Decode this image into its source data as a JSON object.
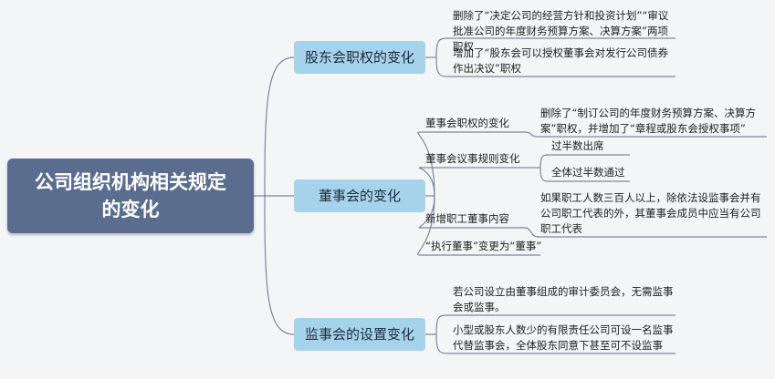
{
  "root": {
    "label": "公司组织机构相关规定的变化"
  },
  "branches": [
    {
      "label": "股东会职权的变化",
      "leaves": [
        "删除了“决定公司的经营方针和投资计划”“审议批准公司的年度财务预算方案、决算方案”两项职权",
        "增加了“股东会可以授权董事会对发行公司债券作出决议”职权"
      ]
    },
    {
      "label": "董事会的变化",
      "subs": [
        {
          "label": "董事会职权的变化",
          "leaves": [
            "删除了“制订公司的年度财务预算方案、决算方案”职权，并增加了“章程或股东会授权事项”"
          ]
        },
        {
          "label": "董事会议事规则变化",
          "leaves": [
            "过半数出席",
            "全体过半数通过"
          ]
        },
        {
          "label": "新增职工董事内容",
          "leaves": [
            "如果职工人数三百人以上，除依法设监事会并有公司职工代表的外，其董事会成员中应当有公司职工代表"
          ]
        },
        {
          "label": "“执行董事”变更为“董事”",
          "leaves": []
        }
      ]
    },
    {
      "label": "监事会的设置变化",
      "leaves": [
        "若公司设立由董事组成的审计委员会，无需监事会或监事。",
        "小型或股东人数少的有限责任公司可设一名监事代替监事会，全体股东同意下甚至可不设监事"
      ]
    }
  ],
  "colors": {
    "root_fill": "#5b6d8f",
    "branch_fill": "#a6d3ec",
    "line": "#7d879a",
    "background": "#f4f5f7"
  }
}
